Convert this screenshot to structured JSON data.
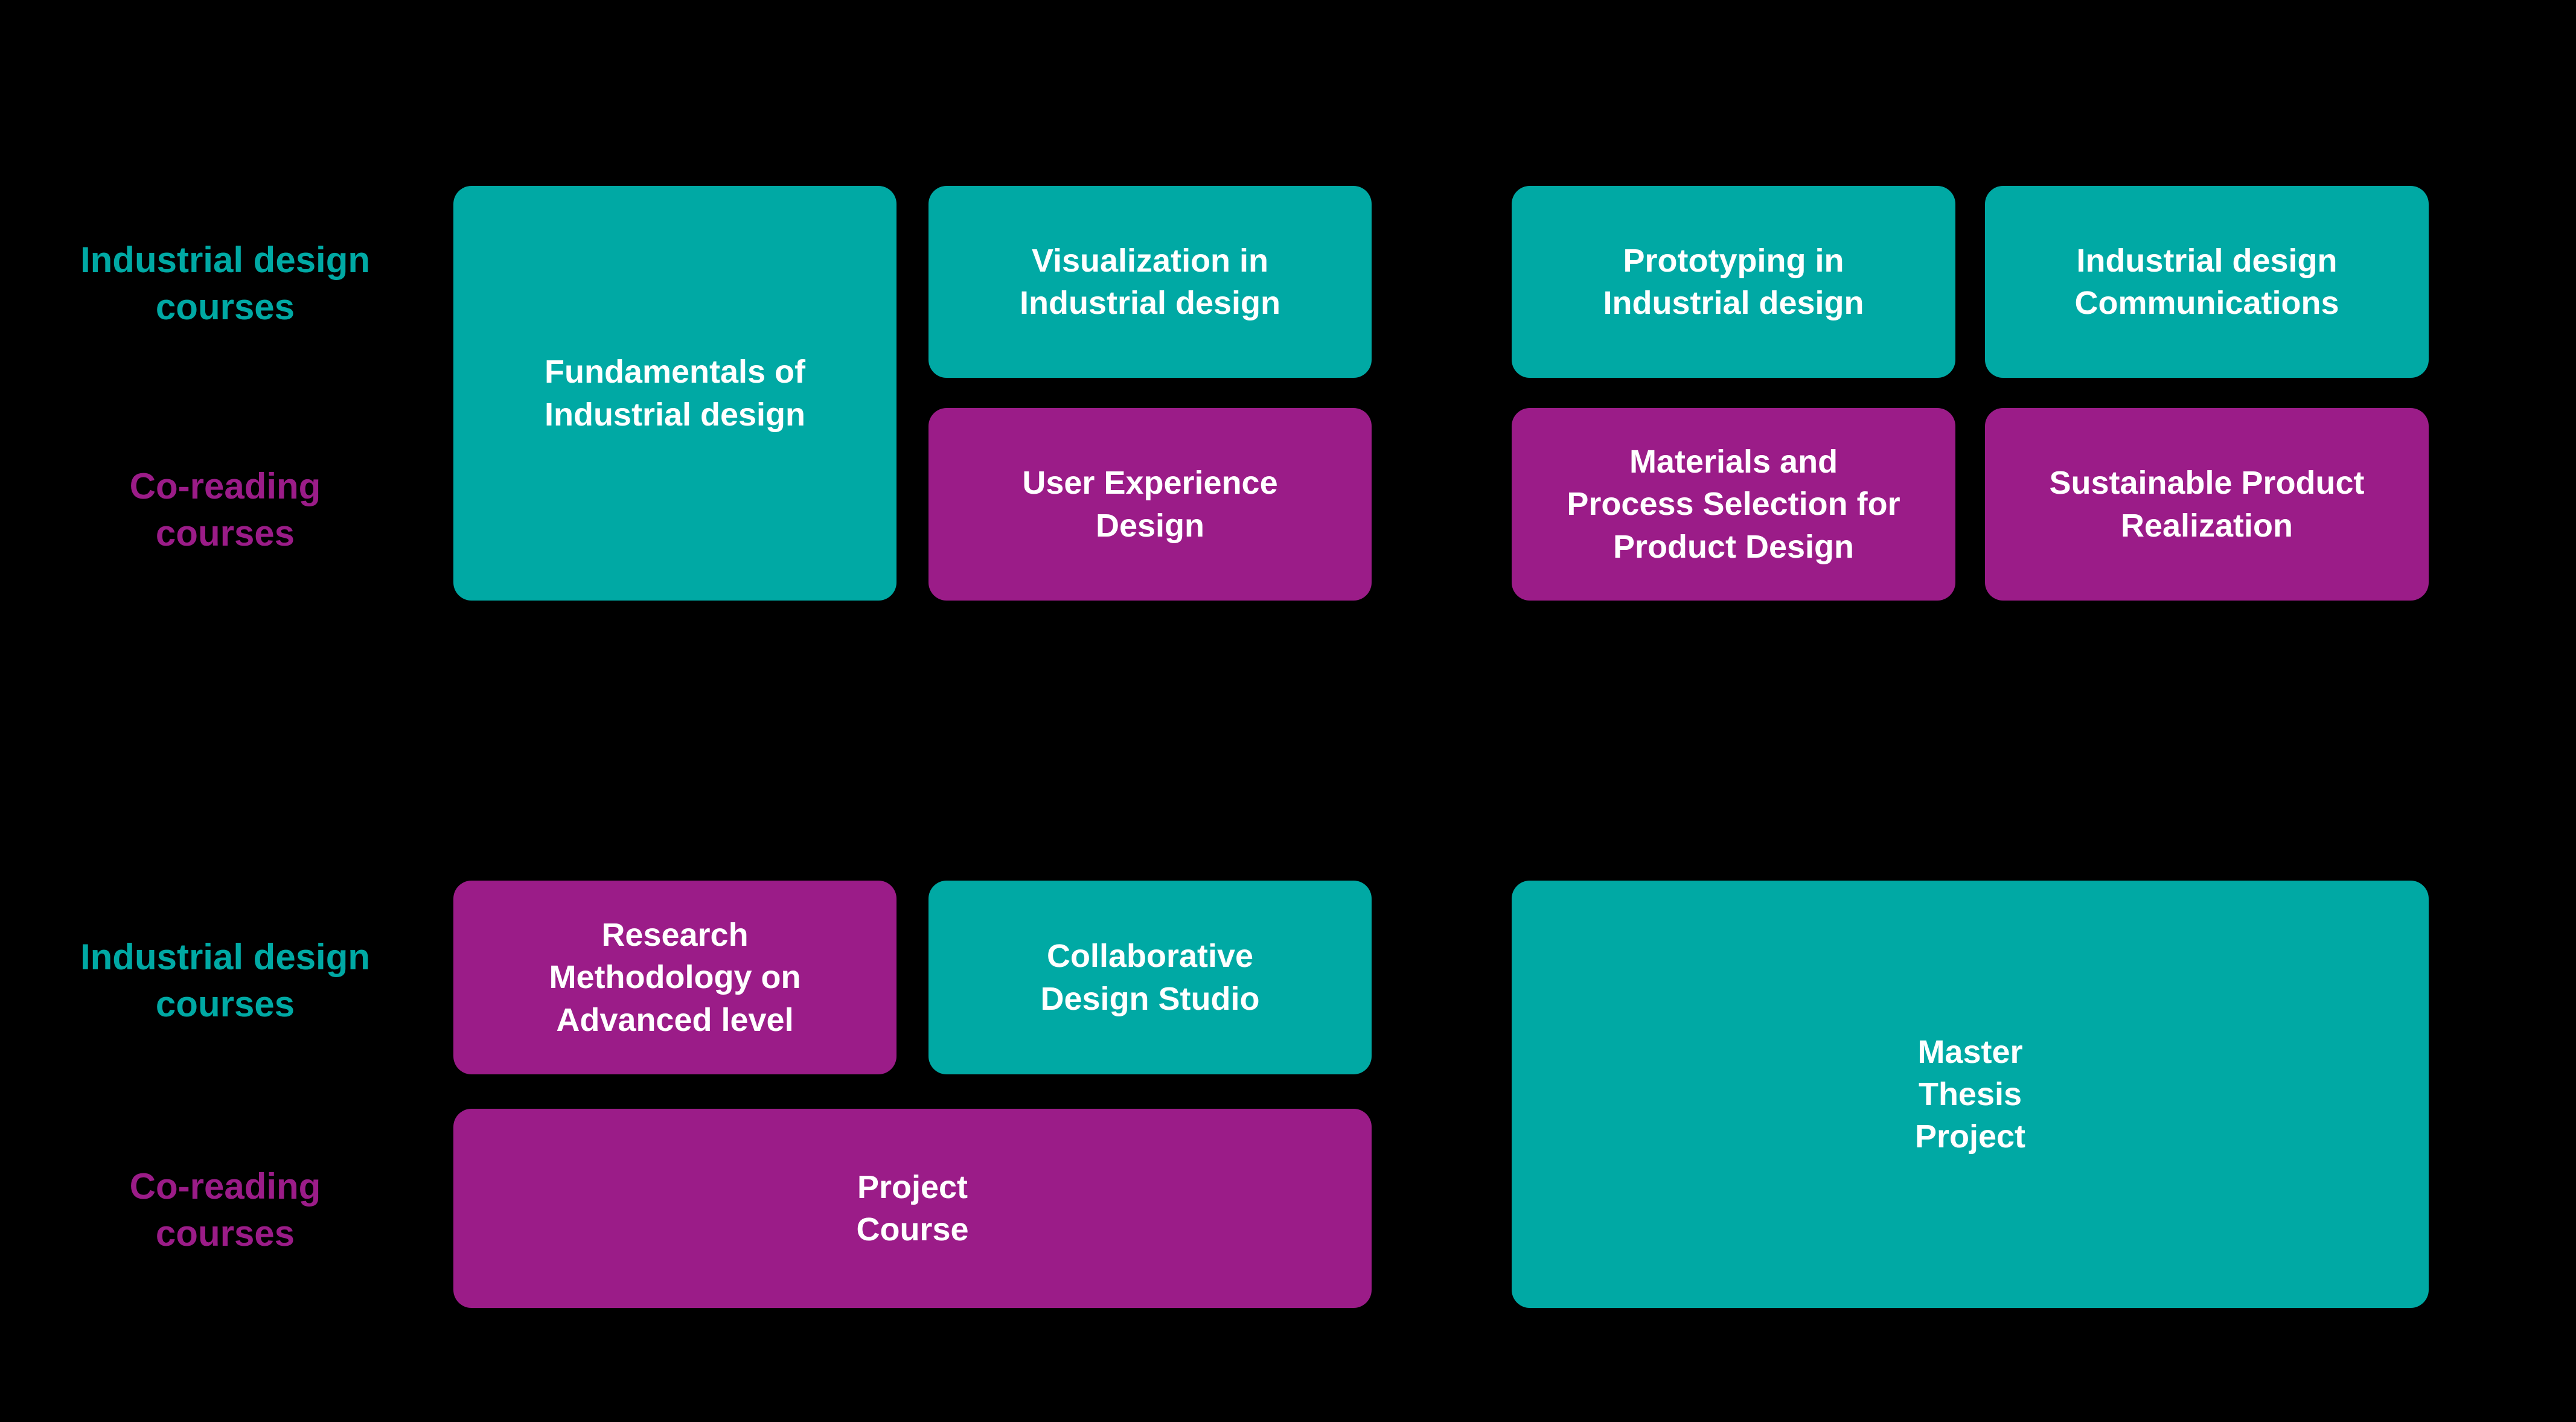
{
  "colors": {
    "background": "#000000",
    "industrial_teal": "#00A9A4",
    "coreading_purple": "#9B1C88",
    "box_text": "#FFFFFF"
  },
  "row_labels": [
    {
      "text": "Industrial design\ncourses",
      "type": "industrial"
    },
    {
      "text": "Co-reading\ncourses",
      "type": "coreading"
    },
    {
      "text": "Industrial design\ncourses",
      "type": "industrial"
    },
    {
      "text": "Co-reading\ncourses",
      "type": "coreading"
    }
  ],
  "courses": [
    {
      "id": "fundamentals",
      "label": "Fundamentals of\nIndustrial design",
      "type": "industrial"
    },
    {
      "id": "visualization",
      "label": "Visualization in\nIndustrial design",
      "type": "industrial"
    },
    {
      "id": "prototyping",
      "label": "Prototyping in\nIndustrial design",
      "type": "industrial"
    },
    {
      "id": "communications",
      "label": "Industrial design\nCommunications",
      "type": "industrial"
    },
    {
      "id": "user-experience",
      "label": "User Experience\nDesign",
      "type": "coreading"
    },
    {
      "id": "materials",
      "label": "Materials and\nProcess Selection for\nProduct Design",
      "type": "coreading"
    },
    {
      "id": "sustainable",
      "label": "Sustainable Product\nRealization",
      "type": "coreading"
    },
    {
      "id": "research-methodology",
      "label": "Research\nMethodology on\nAdvanced level",
      "type": "coreading"
    },
    {
      "id": "collaborative",
      "label": "Collaborative\nDesign Studio",
      "type": "industrial"
    },
    {
      "id": "project-course",
      "label": "Project\nCourse",
      "type": "coreading"
    },
    {
      "id": "master-thesis",
      "label": "Master\nThesis\nProject",
      "type": "industrial"
    }
  ]
}
